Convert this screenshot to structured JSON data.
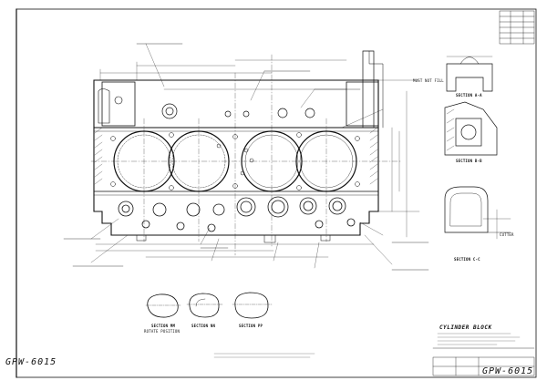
{
  "drawing": {
    "number": "GPW-6015",
    "number_stamp_left": "GPW-6015",
    "number_stamp_right": "GPW-6015",
    "title": "CYLINDER BLOCK",
    "sections": {
      "a": "SECTION A-A",
      "b": "SECTION B-B",
      "c": "SECTION C-C",
      "mm": "SECTION MM",
      "nn": "SECTION NN",
      "pp": "SECTION PP"
    },
    "labels": {
      "must_not_fill": "MUST NOT FILL",
      "cutter": "CUTTER",
      "rotate_position": "ROTATE POSITION"
    }
  }
}
